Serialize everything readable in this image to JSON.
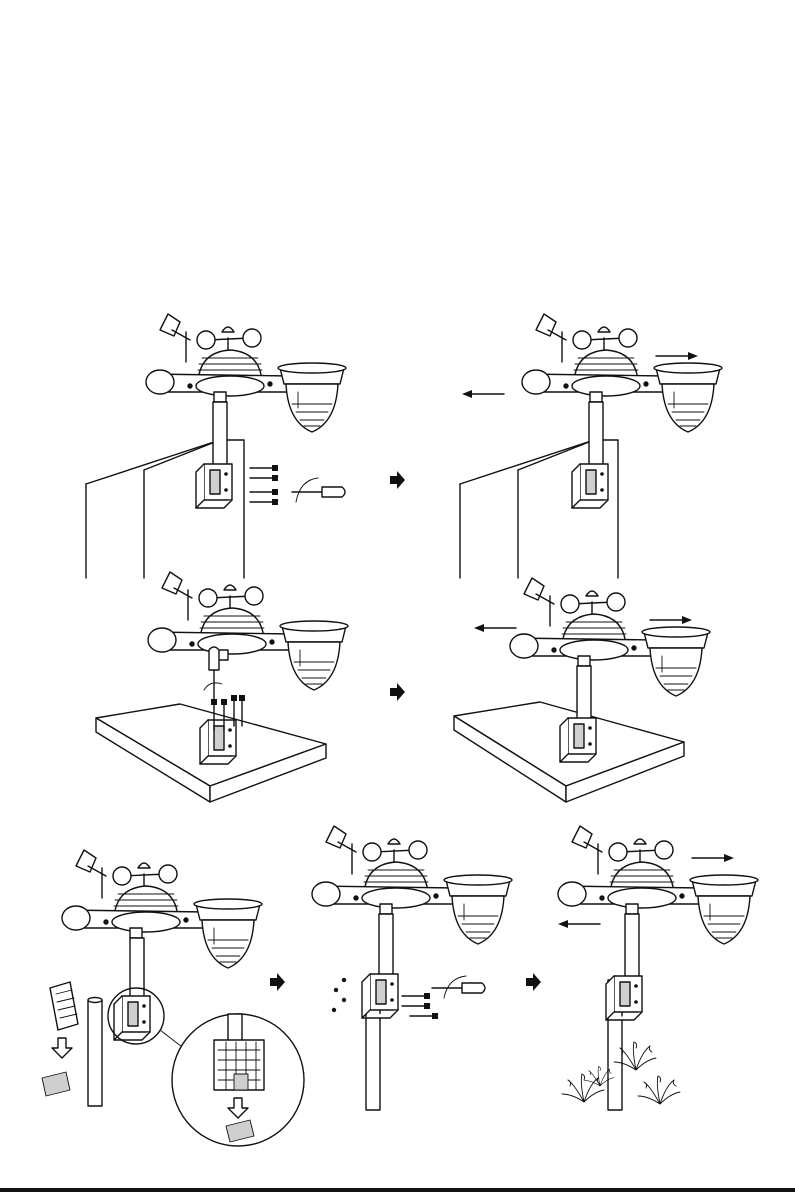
{
  "page": {
    "background": "#ffffff",
    "line_color": "#111111",
    "shade_color": "#cfcfcf"
  },
  "figures": [
    {
      "id": "wall-mount-step-1",
      "icons": [
        "weather-station-icon",
        "wall-icon",
        "mounting-bracket-icon",
        "screws-icon",
        "screwdriver-icon"
      ]
    },
    {
      "id": "wall-mount-step-2",
      "icons": [
        "weather-station-icon",
        "wall-icon",
        "adjust-arrows-icon"
      ]
    },
    {
      "id": "table-mount-step-1",
      "icons": [
        "weather-station-icon",
        "table-icon",
        "screws-icon",
        "screwdriver-icon"
      ]
    },
    {
      "id": "table-mount-step-2",
      "icons": [
        "weather-station-icon",
        "table-icon",
        "adjust-arrows-icon"
      ]
    },
    {
      "id": "pole-mount-step-1",
      "icons": [
        "weather-station-icon",
        "pole-icon",
        "bracket-insert-icon",
        "pad-icon",
        "detail-magnifier-icon"
      ]
    },
    {
      "id": "pole-mount-step-2",
      "icons": [
        "weather-station-icon",
        "pole-icon",
        "nuts-icon",
        "screws-icon",
        "screwdriver-icon"
      ]
    },
    {
      "id": "pole-mount-step-3",
      "icons": [
        "weather-station-icon",
        "pole-icon",
        "grass-icon",
        "adjust-arrows-icon"
      ]
    }
  ],
  "step_arrows": [
    "next-step-arrow-icon",
    "next-step-arrow-icon",
    "next-step-arrow-icon",
    "next-step-arrow-icon"
  ]
}
